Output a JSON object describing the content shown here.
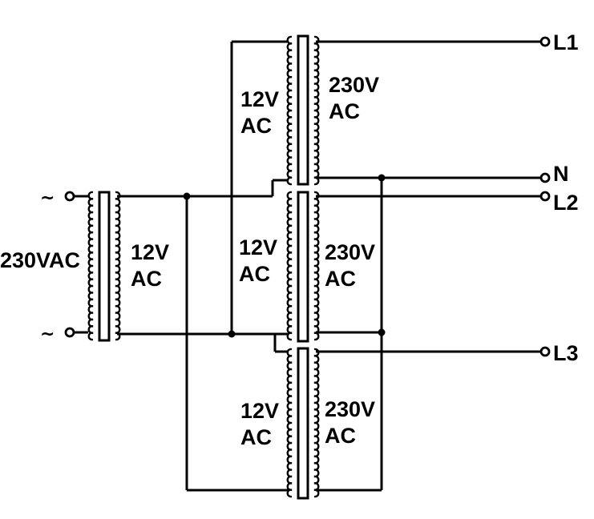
{
  "diagram": {
    "input_transformer": {
      "primary_label": "230VAC",
      "primary_terminals": [
        "~",
        "~"
      ],
      "secondary_label_line1": "12V",
      "secondary_label_line2": "AC"
    },
    "transformers": [
      {
        "low_line1": "12V",
        "low_line2": "AC",
        "high_line1": "230V",
        "high_line2": "AC"
      },
      {
        "low_line1": "12V",
        "low_line2": "AC",
        "high_line1": "230V",
        "high_line2": "AC"
      },
      {
        "low_line1": "12V",
        "low_line2": "AC",
        "high_line1": "230V",
        "high_line2": "AC"
      }
    ],
    "outputs": [
      "L1",
      "N",
      "L2",
      "L3"
    ]
  }
}
